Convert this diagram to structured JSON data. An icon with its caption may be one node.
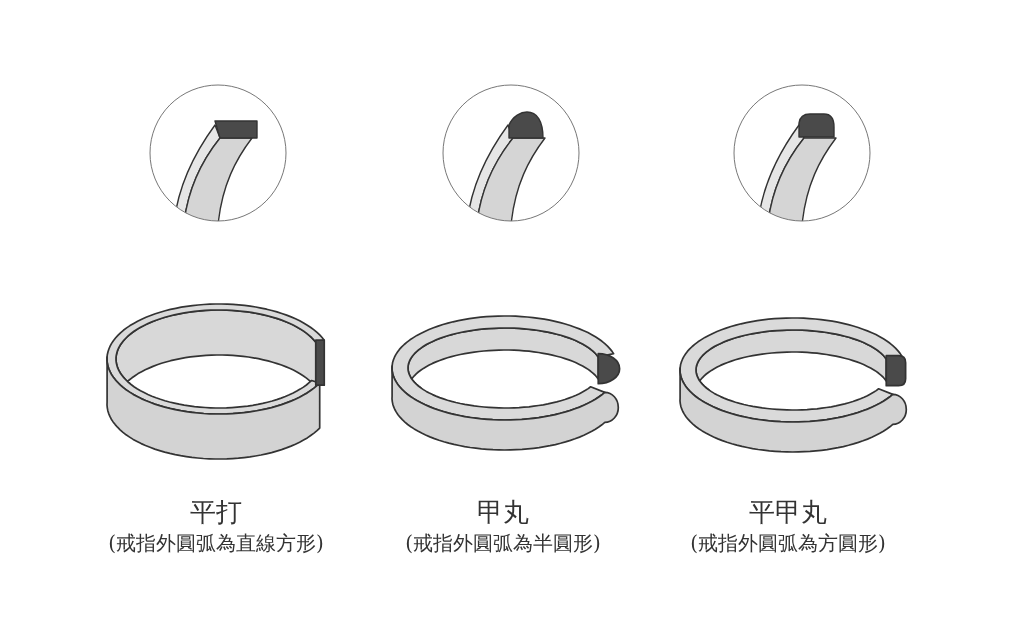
{
  "diagram": {
    "labels": [
      "平打",
      "(戒指外圓弧為直線方形)",
      "甲丸",
      "(戒指外圓弧為半圓形)",
      "平甲丸",
      "(戒指外圓弧為方圓形)"
    ]
  }
}
